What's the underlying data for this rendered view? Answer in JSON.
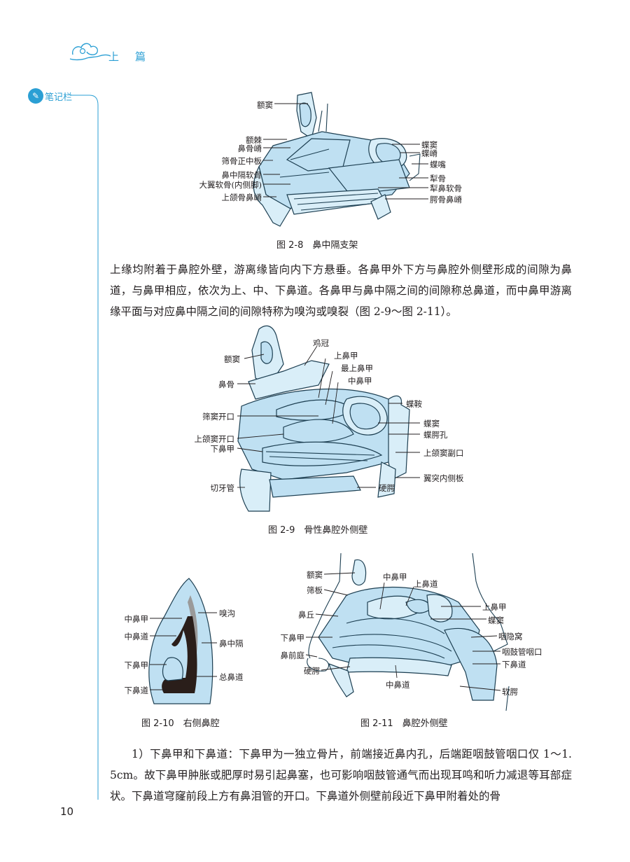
{
  "header": {
    "title": "上　篇",
    "notes_label": "笔记栏"
  },
  "figures": {
    "fig_2_8": {
      "caption": "图 2-8　鼻中隔支架",
      "labels_left": [
        "额窦",
        "额棘",
        "鼻骨嵴",
        "筛骨正中板",
        "鼻中隔软骨",
        "大翼软骨(内侧脚)",
        "上颌骨鼻嵴"
      ],
      "labels_right": [
        "蝶窦",
        "蝶嵴",
        "蝶嘴",
        "犁骨",
        "犁鼻软骨",
        "腭骨鼻嵴"
      ]
    },
    "fig_2_9": {
      "caption": "图 2-9　骨性鼻腔外侧壁",
      "labels_left": [
        "额窦",
        "鼻骨",
        "筛窦开口",
        "上颌窦开口",
        "下鼻甲",
        "切牙管"
      ],
      "labels_top": [
        "鸡冠",
        "上鼻甲",
        "最上鼻甲",
        "中鼻甲"
      ],
      "labels_right": [
        "蝶鞍",
        "蝶窦",
        "蝶腭孔",
        "上颌窦副口",
        "翼突内侧板",
        "硬腭"
      ]
    },
    "fig_2_10": {
      "caption": "图 2-10　右侧鼻腔",
      "labels_left": [
        "中鼻甲",
        "中鼻道",
        "下鼻甲",
        "下鼻道"
      ],
      "labels_right": [
        "嗅沟",
        "鼻中隔",
        "总鼻道"
      ]
    },
    "fig_2_11": {
      "caption": "图 2-11　鼻腔外侧壁",
      "labels_left": [
        "额窦",
        "筛板",
        "鼻丘",
        "下鼻甲",
        "鼻前庭",
        "硬腭"
      ],
      "labels_top": [
        "中鼻甲",
        "上鼻道"
      ],
      "labels_right": [
        "上鼻甲",
        "蝶窦",
        "咽隐窝",
        "咽鼓管咽口",
        "下鼻道",
        "软腭"
      ],
      "labels_bottom": [
        "中鼻道"
      ]
    }
  },
  "paragraphs": {
    "p1": "上缘均附着于鼻腔外壁，游离缘皆向内下方悬垂。各鼻甲外下方与鼻腔外侧壁形成的间隙为鼻道，与鼻甲相应，依次为上、中、下鼻道。各鼻甲与鼻中隔之间的间隙称总鼻道，而中鼻甲游离缘平面与对应鼻中隔之间的间隙特称为嗅沟或嗅裂（图 2-9～图 2-11）。",
    "p2": "1）下鼻甲和下鼻道：下鼻甲为一独立骨片，前端接近鼻内孔，后端距咽鼓管咽口仅 1～1. 5cm。故下鼻甲肿胀或肥厚时易引起鼻塞，也可影响咽鼓管通气而出现耳鸣和听力减退等耳部症状。下鼻道穹窿前段上方有鼻泪管的开口。下鼻道外侧壁前段近下鼻甲附着处的骨"
  },
  "footer": {
    "page_number": "10"
  },
  "colors": {
    "accent": "#2b9fd4",
    "anatomy_fill": "#bfe0f2",
    "text": "#231f20"
  }
}
